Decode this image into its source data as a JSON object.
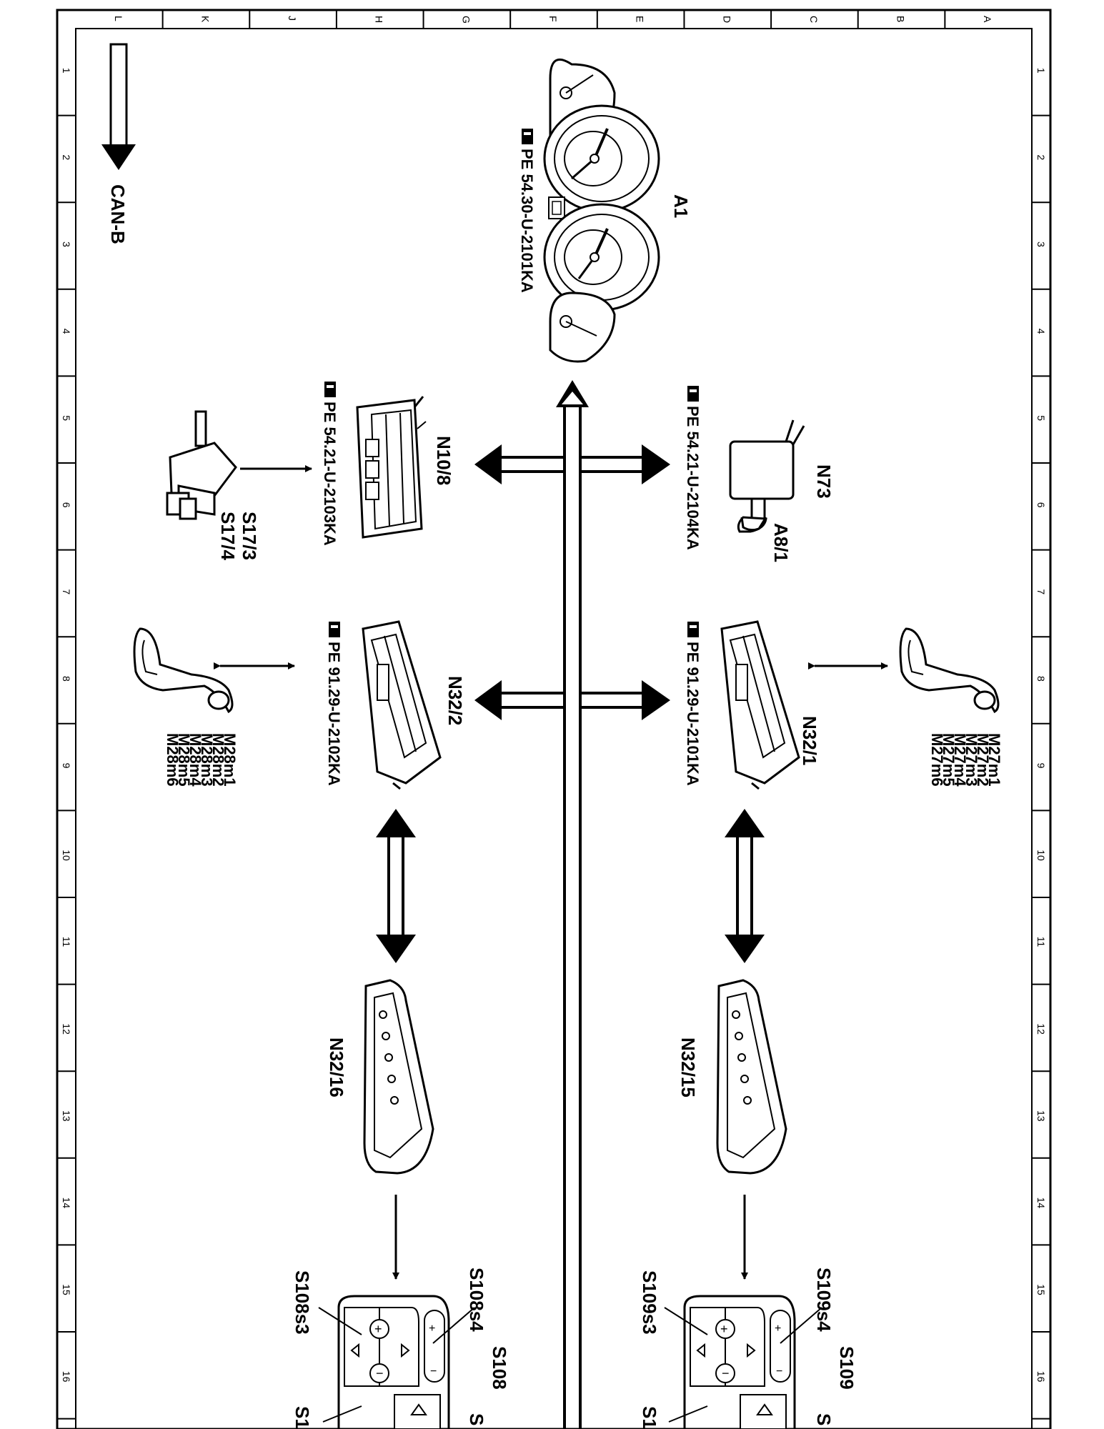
{
  "frame": {
    "column_letters": [
      "L",
      "K",
      "J",
      "H",
      "G",
      "F",
      "E",
      "D",
      "C",
      "B",
      "A"
    ],
    "row_numbers": [
      "1",
      "2",
      "3",
      "4",
      "5",
      "6",
      "7",
      "8",
      "9",
      "10",
      "11",
      "12",
      "13",
      "14",
      "15",
      "16"
    ]
  },
  "legend": {
    "bus_label": "CAN-B"
  },
  "components": {
    "a1": {
      "code": "A1",
      "ref": "PE 54.30-U-2101KA"
    },
    "n73": {
      "code": "N73",
      "ref": "PE 54.21-U-2104KA"
    },
    "a8_1": {
      "code": "A8/1"
    },
    "n10_8": {
      "code": "N10/8",
      "ref": "PE 54.21-U-2103KA"
    },
    "s17_3": {
      "code": "S17/3"
    },
    "s17_4": {
      "code": "S17/4"
    },
    "n32_1": {
      "code": "N32/1",
      "ref": "PE 91.29-U-2101KA"
    },
    "n32_2": {
      "code": "N32/2",
      "ref": "PE 91.29-U-2102KA"
    },
    "m27": {
      "codes": [
        "M27m1",
        "M27m2",
        "M27m3",
        "M27m4",
        "M27m5",
        "M27m6"
      ]
    },
    "m28": {
      "codes": [
        "M28m1",
        "M28m2",
        "M28m3",
        "M28m4",
        "M28m5",
        "M28m6"
      ]
    },
    "n32_15": {
      "code": "N32/15"
    },
    "n32_16": {
      "code": "N32/16"
    },
    "s109": {
      "code": "S109",
      "s3": "S109s3",
      "s4": "S109s4",
      "partial1": "S1",
      "partial2": "S"
    },
    "s108": {
      "code": "S108",
      "s3": "S108s3",
      "s4": "S108s4",
      "partial1": "S1",
      "partial2": "S"
    }
  }
}
